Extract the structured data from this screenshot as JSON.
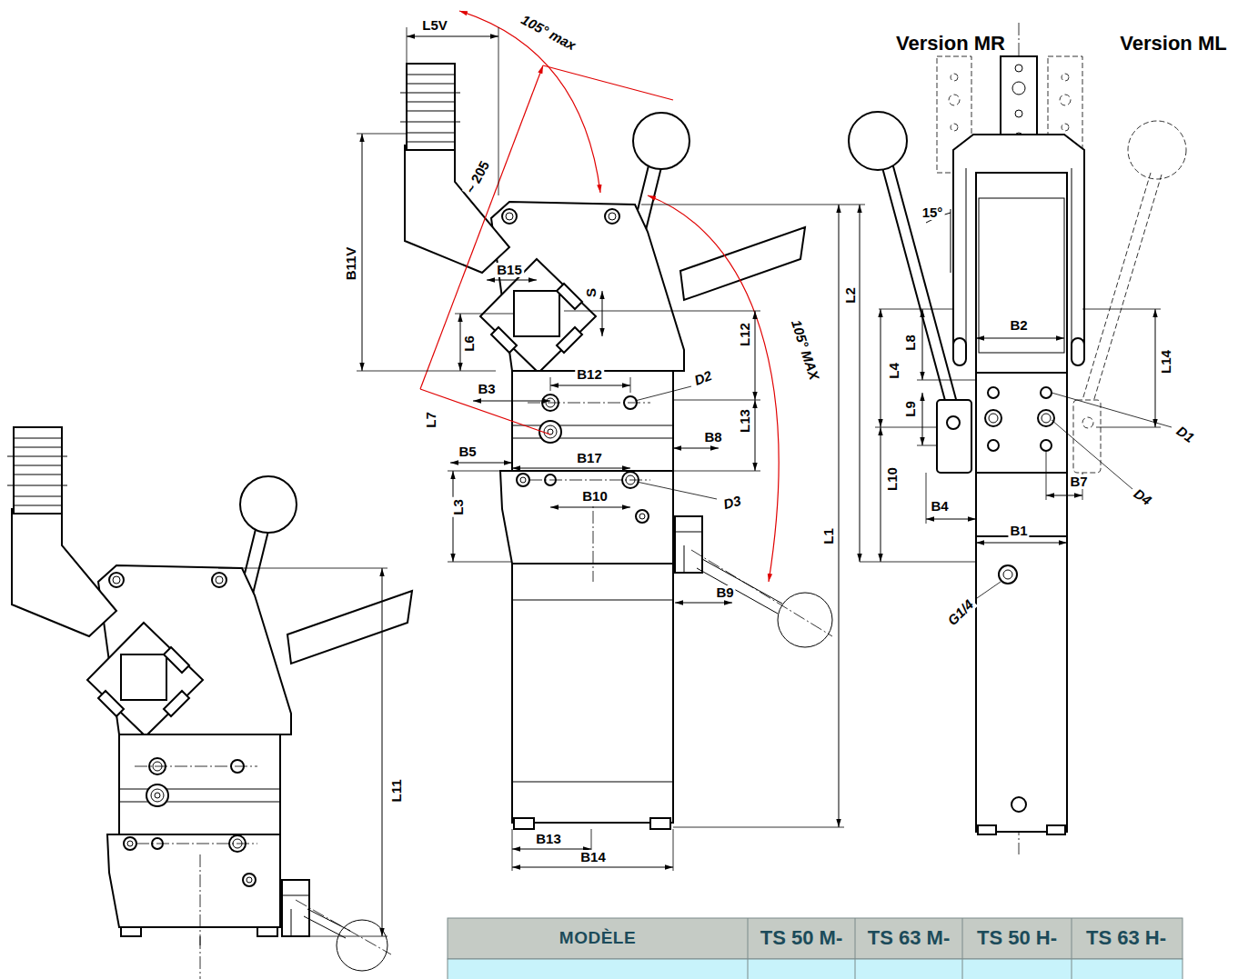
{
  "diagram": {
    "labels": [
      "L5V",
      "105° max",
      "Version MR",
      "Version ML",
      "~ 205",
      "15°",
      "B11V",
      "B15",
      "S",
      "L2",
      "B2",
      "L6",
      "L12",
      "105° MAX",
      "L8",
      "L4",
      "L14",
      "B12",
      "D2",
      "B3",
      "L7",
      "L9",
      "L13",
      "D1",
      "B8",
      "B5",
      "B17",
      "L10",
      "B7",
      "D4",
      "B10",
      "D3",
      "L3",
      "B4",
      "B1",
      "L1",
      "B9",
      "G1/4",
      "L11",
      "B13",
      "B14",
      "MODÈLE",
      "TS 50 M-",
      "TS 63 M-",
      "TS 50 H-",
      "TS 63 H-"
    ]
  }
}
